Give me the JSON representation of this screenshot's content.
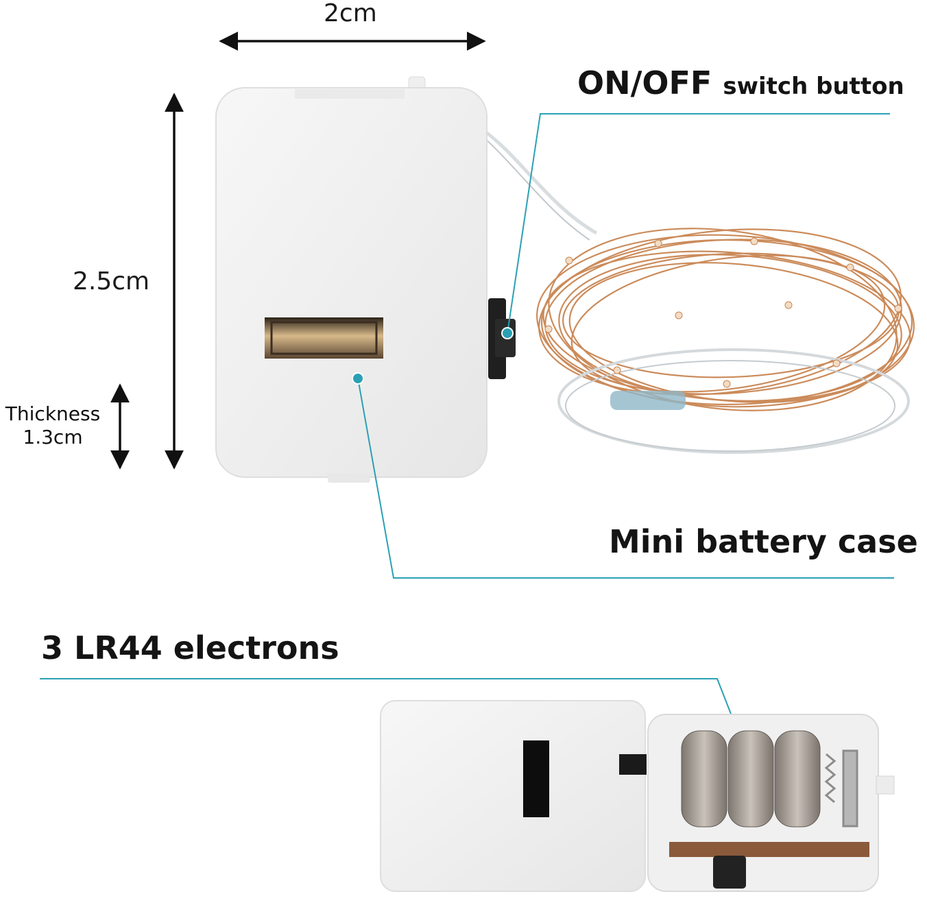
{
  "dimensions": {
    "width_label": "2cm",
    "height_label": "2.5cm",
    "thickness_label_line1": "Thickness",
    "thickness_label_line2": "1.3cm"
  },
  "callouts": {
    "switch_strong": "ON/OFF",
    "switch_rest": "switch button",
    "case_label": "Mini battery case",
    "battery_label": "3 LR44 electrons"
  },
  "colors": {
    "callout_line": "#2aa0b4",
    "copper_wire": "#c98552",
    "case_white": "#f3f3f3",
    "battery_metal": "#a8a19a"
  }
}
